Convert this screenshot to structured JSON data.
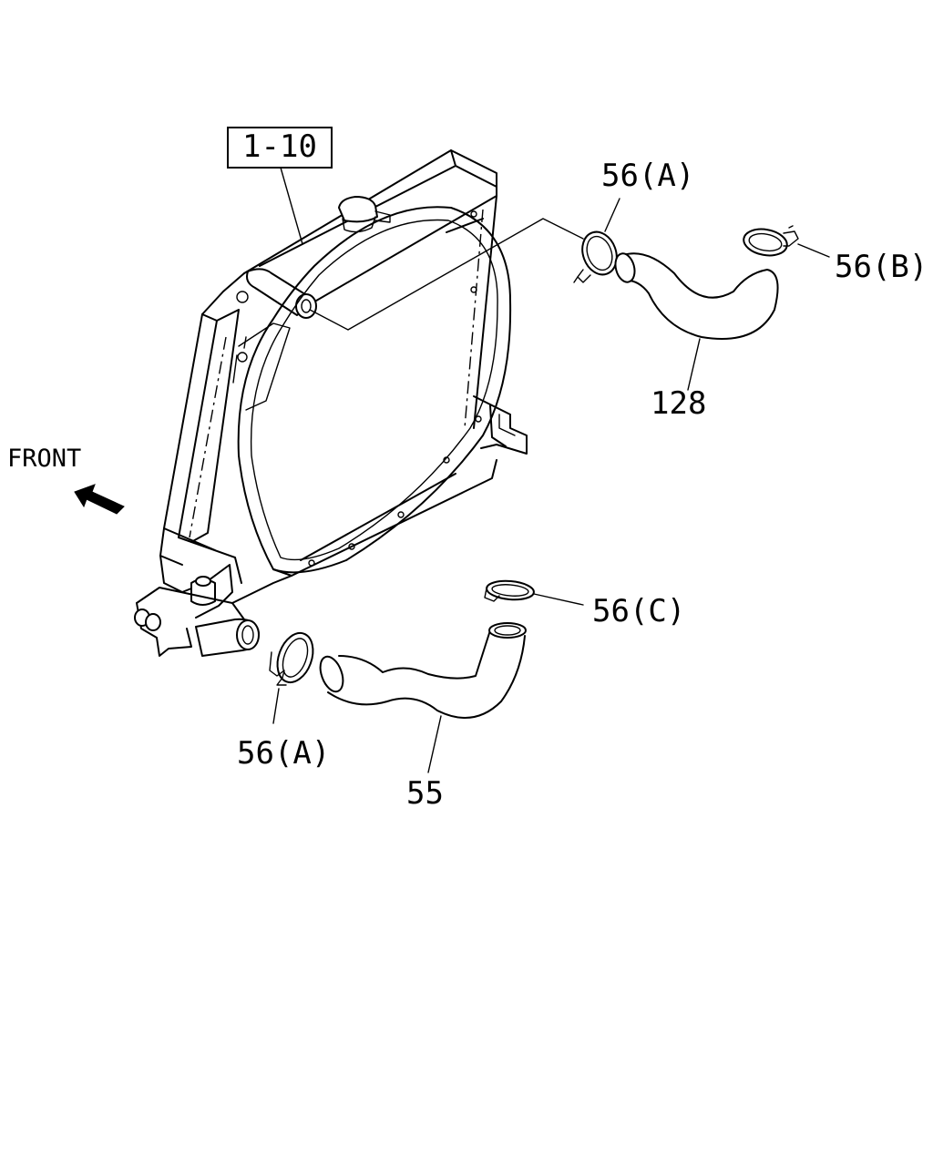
{
  "labels": {
    "ref_box": "1-10",
    "upper_clamp_a": "56(A)",
    "clamp_b": "56(B)",
    "upper_hose": "128",
    "clamp_c": "56(C)",
    "lower_clamp_a": "56(A)",
    "lower_hose": "55",
    "front": "FRONT"
  },
  "icons": {
    "front_arrow": "front-direction-arrow-icon"
  }
}
